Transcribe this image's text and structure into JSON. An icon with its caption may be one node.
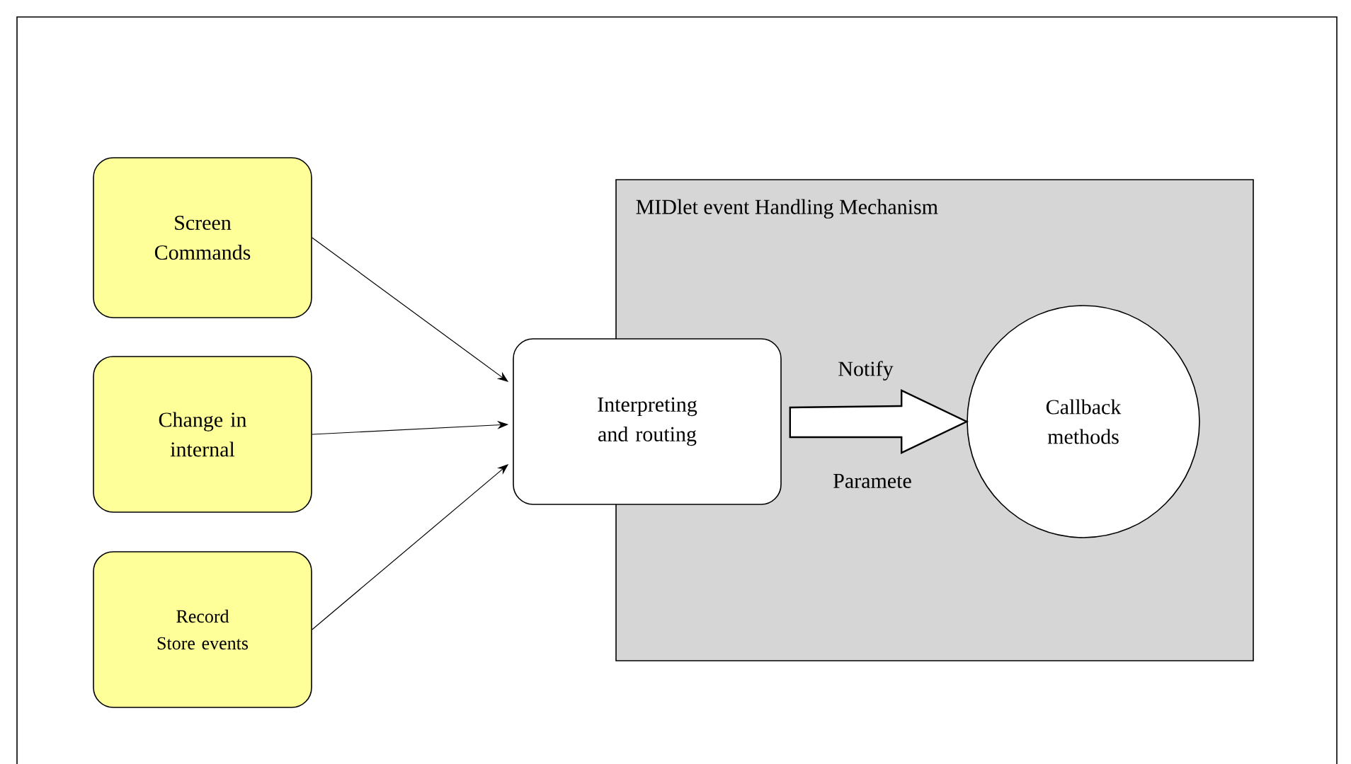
{
  "diagram": {
    "nodes": [
      {
        "text": [
          "Screen Commands"
        ]
      },
      {
        "text": [
          "Change in internal"
        ]
      },
      {
        "text": [
          "Record Store events"
        ]
      },
      {
        "text": [
          "MIDlet event Handling Mechanism"
        ]
      },
      {
        "text": [
          "Interpreting and routing"
        ]
      },
      {
        "text": [
          "Callback methods"
        ],
        "in": 3
      }
    ],
    "edges": [
      {
        "from": 0,
        "to": 4,
        "arrow": "to"
      },
      {
        "from": 1,
        "to": 4,
        "arrow": "to"
      },
      {
        "from": 2,
        "to": 4,
        "arrow": "to"
      },
      {
        "from": 4,
        "to": 5,
        "arrow": "to",
        "label": "Notify",
        "style": "thick"
      }
    ],
    "labels": [
      "Paramete"
    ]
  }
}
